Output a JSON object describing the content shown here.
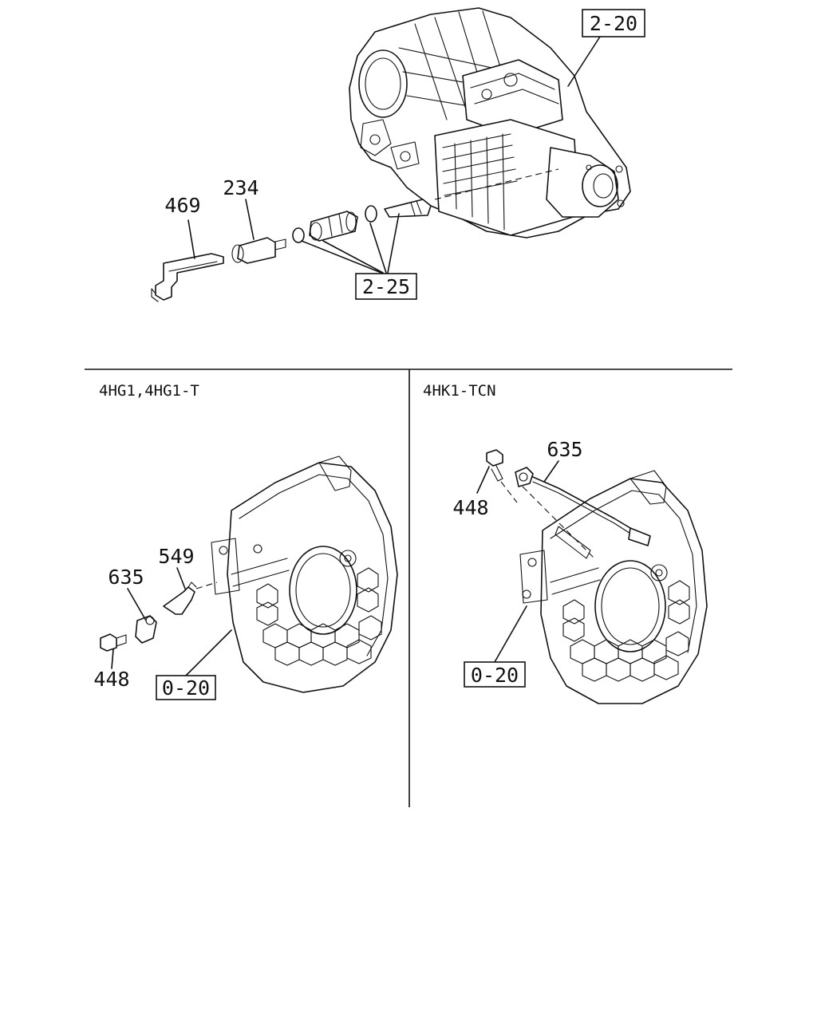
{
  "sections": {
    "left_title": "4HG1,4HG1-T",
    "right_title": "4HK1-TCN"
  },
  "callouts": {
    "top": {
      "transmission_ref": "2-20",
      "assembly_ref": "2-25",
      "clip": "469",
      "sensor": "234"
    },
    "left": {
      "housing_ref": "0-20",
      "sensor": "635",
      "bracket": "549",
      "bolt": "448"
    },
    "right": {
      "housing_ref": "0-20",
      "sensor": "635",
      "bolt": "448"
    }
  }
}
